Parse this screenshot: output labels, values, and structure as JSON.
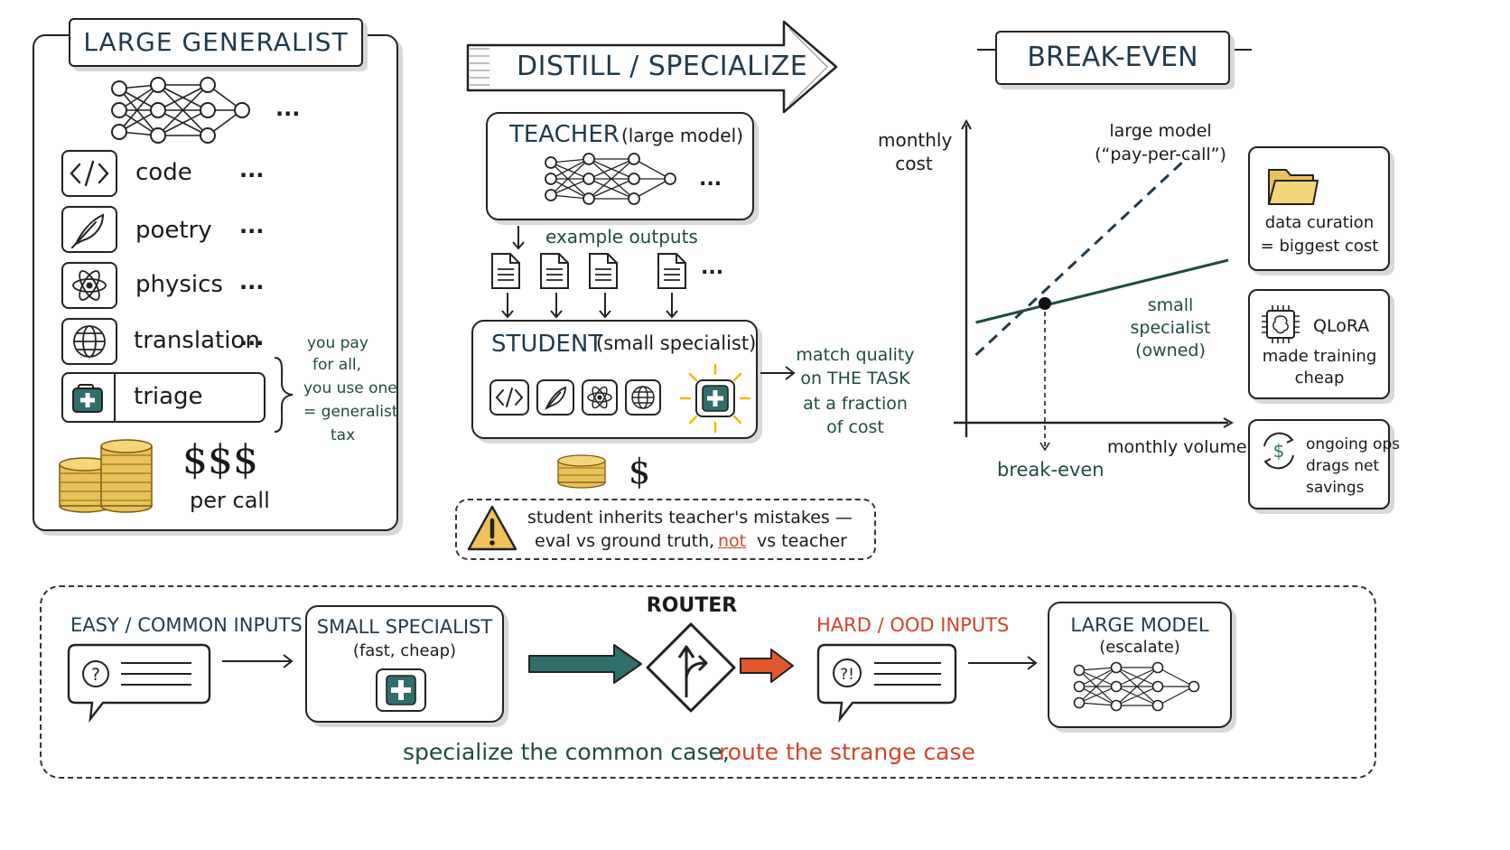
{
  "generalist": {
    "title": "LARGE GENERALIST",
    "more": "...",
    "tasks": [
      {
        "label": "code",
        "more": "...",
        "icon": "code-icon"
      },
      {
        "label": "poetry",
        "more": "...",
        "icon": "feather-icon"
      },
      {
        "label": "physics",
        "more": "...",
        "icon": "atom-icon"
      },
      {
        "label": "translation",
        "more": "...",
        "icon": "globe-icon"
      },
      {
        "label": "triage",
        "icon": "medical-kit-icon"
      }
    ],
    "tax_note": [
      "you pay",
      "for all,",
      "you use one",
      "= generalist",
      "tax"
    ],
    "price": "$$$",
    "price_unit": "per call"
  },
  "distill": {
    "arrow_label": "DISTILL / SPECIALIZE",
    "teacher_title": "TEACHER",
    "teacher_sub": "(large model)",
    "teacher_more": "...",
    "example_outputs": "example outputs",
    "docs_more": "...",
    "student_title": "STUDENT",
    "student_sub": "(small specialist)",
    "match_note": [
      "match quality",
      "on THE TASK",
      "at a fraction",
      "of cost"
    ],
    "price": "$",
    "warning": [
      "student inherits teacher's mistakes —",
      "eval vs ground truth,",
      "not",
      "vs teacher"
    ]
  },
  "breakeven": {
    "title": "BREAK-EVEN",
    "chart_data": {
      "type": "line",
      "title": "BREAK-EVEN",
      "xlabel": "monthly volume",
      "ylabel": "monthly cost",
      "series": [
        {
          "name": "large model (“pay-per-call”)",
          "style": "dashed",
          "color": "#1f3a4d",
          "points": [
            [
              0.04,
              0.25
            ],
            [
              0.93,
              0.98
            ]
          ]
        },
        {
          "name": "small specialist (owned)",
          "style": "solid",
          "color": "#1f4a45",
          "points": [
            [
              0.04,
              0.37
            ],
            [
              1.1,
              0.6
            ]
          ]
        }
      ],
      "annotations": [
        {
          "label": "break-even",
          "at": [
            0.33,
            0.44
          ]
        }
      ],
      "xlim": [
        0,
        1.1
      ],
      "ylim": [
        0,
        1.1
      ],
      "grid": false
    },
    "cards": [
      {
        "lines": [
          "data curation",
          "= biggest cost"
        ],
        "icon": "folder-icon"
      },
      {
        "lines": [
          "QLoRA",
          "made training",
          "cheap"
        ],
        "icon": "chip-icon"
      },
      {
        "lines": [
          "ongoing ops",
          "drags net",
          "savings"
        ],
        "icon": "dollar-cycle-icon"
      }
    ]
  },
  "routing": {
    "easy_label": "EASY / COMMON INPUTS",
    "specialist_title": "SMALL SPECIALIST",
    "specialist_sub": "(fast, cheap)",
    "router_label": "ROUTER",
    "hard_label": "HARD / OOD INPUTS",
    "large_title": "LARGE MODEL",
    "large_sub": "(escalate)",
    "tagline_a": "specialize the common case,",
    "tagline_b": "route the strange case",
    "colors": {
      "teal": "#2f6e6a",
      "orange": "#e0572e"
    }
  }
}
